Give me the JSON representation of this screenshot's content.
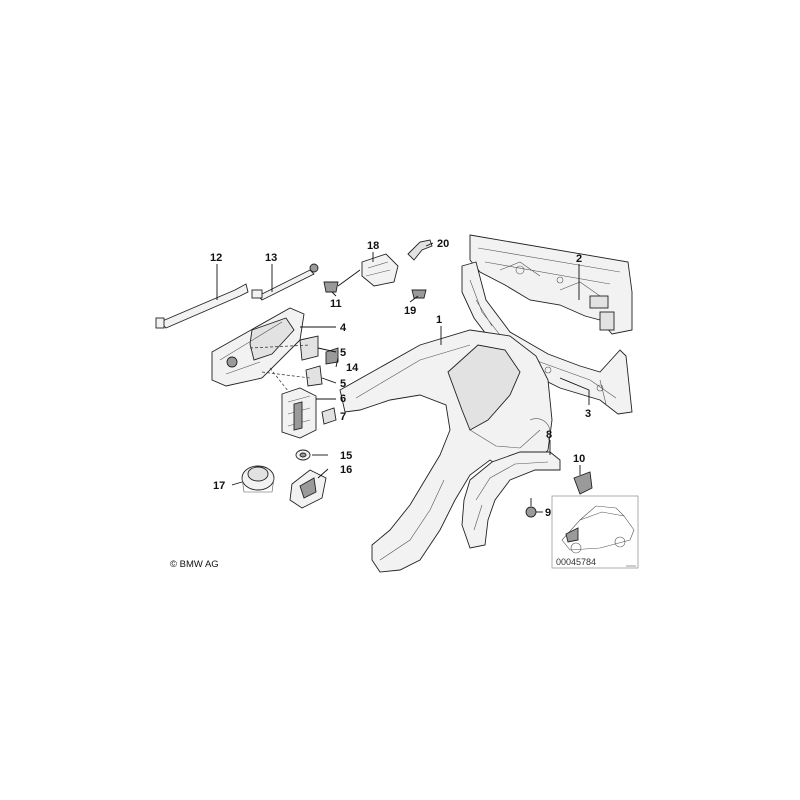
{
  "callouts": {
    "n1": "1",
    "n2": "2",
    "n3": "3",
    "n4": "4",
    "n5a": "5",
    "n5b": "5",
    "n6": "6",
    "n7": "7",
    "n8": "8",
    "n9": "9",
    "n10": "10",
    "n11": "11",
    "n12": "12",
    "n13": "13",
    "n14": "14",
    "n15": "15",
    "n16": "16",
    "n17": "17",
    "n18": "18",
    "n19": "19",
    "n20": "20"
  },
  "footer": {
    "copyright": "© BMW AG",
    "diagram_number": "00045784"
  },
  "colors": {
    "line": "#222222",
    "part_fill": "#f2f2f2",
    "part_shade": "#9a9a9a"
  }
}
